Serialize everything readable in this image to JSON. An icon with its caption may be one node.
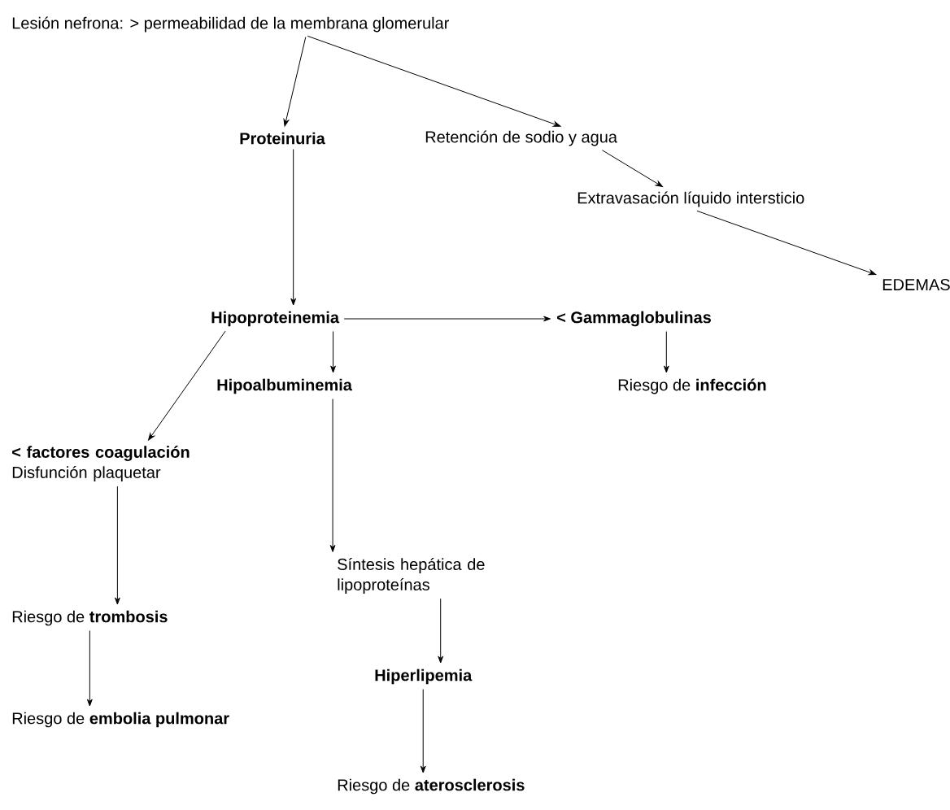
{
  "diagram": {
    "nodes": [
      {
        "text": [
          "Lesión nefrona: > permeabilidad de la membrana glomerular"
        ]
      },
      {
        "text": [
          "Proteinuria"
        ]
      },
      {
        "text": [
          "Retención de sodio y agua"
        ]
      },
      {
        "text": [
          "Extravasación líquido intersticio"
        ]
      },
      {
        "text": [
          "EDEMAS"
        ]
      },
      {
        "text": [
          "Hipoproteinemia"
        ]
      },
      {
        "text": [
          "< Gammaglobulinas"
        ]
      },
      {
        "text": [
          "< factores coagulación",
          "Disfunción plaquetar"
        ]
      },
      {
        "text": [
          "Hipoalbuminemia"
        ]
      },
      {
        "text": [
          "Riesgo de **infección**"
        ]
      },
      {
        "text": [
          "Síntesis hepática de lipoproteínas"
        ]
      },
      {
        "text": [
          "Riesgo de **trombosis**"
        ]
      },
      {
        "text": [
          "Hiperlipemia"
        ]
      },
      {
        "text": [
          "Riesgo de **embolia pulmonar**"
        ]
      },
      {
        "text": [
          "Riesgo de **aterosclerosis**"
        ]
      }
    ],
    "edges": [
      {
        "from": 0,
        "to": 1,
        "arrow": "to"
      },
      {
        "from": 0,
        "to": 2,
        "arrow": "to"
      },
      {
        "from": 2,
        "to": 3,
        "arrow": "to"
      },
      {
        "from": 3,
        "to": 4,
        "arrow": "to"
      },
      {
        "from": 1,
        "to": 5,
        "arrow": "to"
      },
      {
        "from": 5,
        "to": 6,
        "arrow": "to"
      },
      {
        "from": 5,
        "to": 7,
        "arrow": "to"
      },
      {
        "from": 5,
        "to": 8,
        "arrow": "to"
      },
      {
        "from": 6,
        "to": 9,
        "arrow": "to"
      },
      {
        "from": 8,
        "to": 10,
        "arrow": "to"
      },
      {
        "from": 7,
        "to": 11,
        "arrow": "to"
      },
      {
        "from": 10,
        "to": 12,
        "arrow": "to"
      },
      {
        "from": 11,
        "to": 13,
        "arrow": "to"
      },
      {
        "from": 12,
        "to": 14,
        "arrow": "to"
      }
    ]
  }
}
